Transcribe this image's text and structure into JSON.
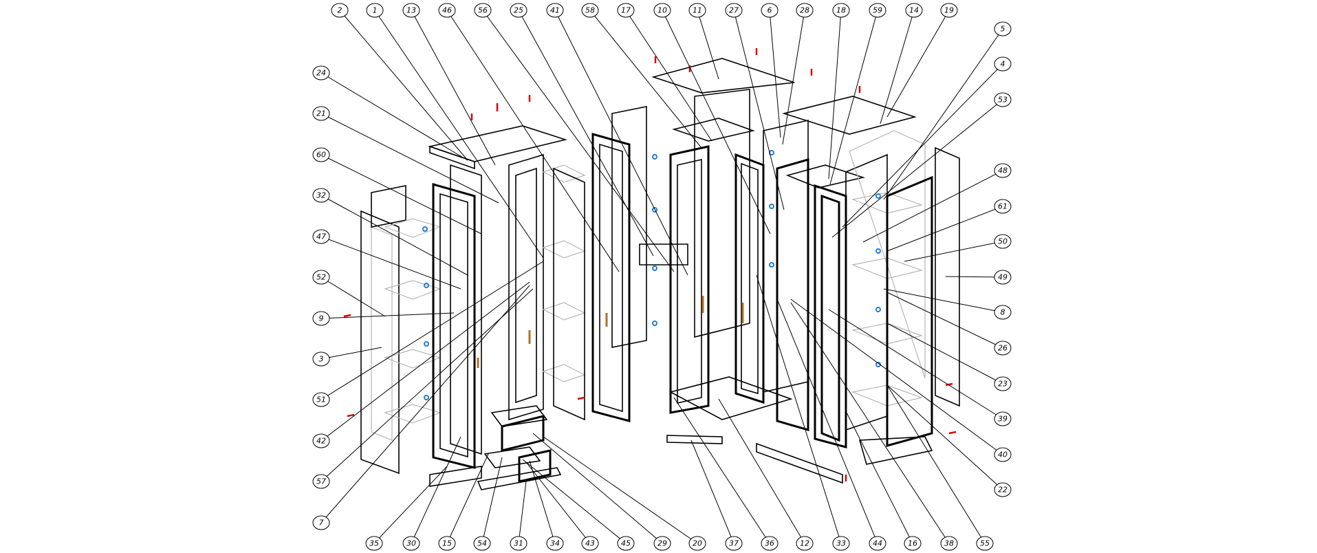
{
  "diagram": {
    "type": "exploded assembly drawing",
    "colors": {
      "line": "#000000",
      "hidden": "#b5b5b5",
      "fastener_red": "#e00000",
      "fastener_blue": "#1e7de0",
      "handle": "#b0702a"
    },
    "callouts_top": [
      "2",
      "1",
      "13",
      "46",
      "56",
      "25",
      "41",
      "58",
      "17",
      "10",
      "11",
      "27",
      "6",
      "28",
      "18",
      "59",
      "14",
      "19"
    ],
    "callouts_left": [
      "24",
      "21",
      "60",
      "32",
      "47",
      "52",
      "9",
      "3",
      "51",
      "42",
      "57",
      "7"
    ],
    "callouts_right": [
      "5",
      "4",
      "53",
      "48",
      "61",
      "50",
      "49",
      "8",
      "26",
      "23",
      "39",
      "40",
      "22"
    ],
    "callouts_bottom": [
      "35",
      "30",
      "15",
      "54",
      "31",
      "34",
      "43",
      "45",
      "29",
      "20",
      "37",
      "36",
      "12",
      "33",
      "44",
      "16",
      "38",
      "55"
    ]
  }
}
